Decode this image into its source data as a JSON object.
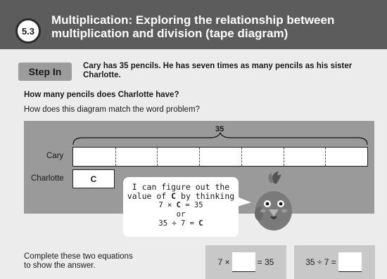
{
  "header": {
    "lesson_number": "5.3",
    "title": "Multiplication: Exploring the relationship between multiplication and division (tape diagram)"
  },
  "step_in": {
    "label": "Step In",
    "problem": "Cary has 35 pencils. He has seven times as many pencils as his sister Charlotte."
  },
  "questions": {
    "q1": "How many pencils does Charlotte have?",
    "q2": "How does this diagram match the word problem?"
  },
  "diagram": {
    "total": "35",
    "cary_label": "Cary",
    "charlotte_label": "Charlotte",
    "charlotte_value": "C",
    "cary_segments": 7
  },
  "speech": {
    "line1": "I can figure out the",
    "line2_pre": "value of",
    "line2_var": "C",
    "line2_post": "by thinking",
    "line3_pre": "7 ×",
    "line3_var": "C",
    "line3_post": "= 35",
    "line4": "or",
    "line5_pre": "35 ÷ 7 =",
    "line5_var": "C"
  },
  "answer": {
    "instruction_line1": "Complete these two equations",
    "instruction_line2": "to show the answer.",
    "eq1_left": "7 ×",
    "eq1_right": "= 35",
    "eq2_left": "35 ÷ 7 ="
  },
  "colors": {
    "header_bg": "#5c5c5c",
    "panel_bg": "#ececec",
    "diagram_bg": "#9a9a9a",
    "equation_bg": "#c8c8c8"
  }
}
